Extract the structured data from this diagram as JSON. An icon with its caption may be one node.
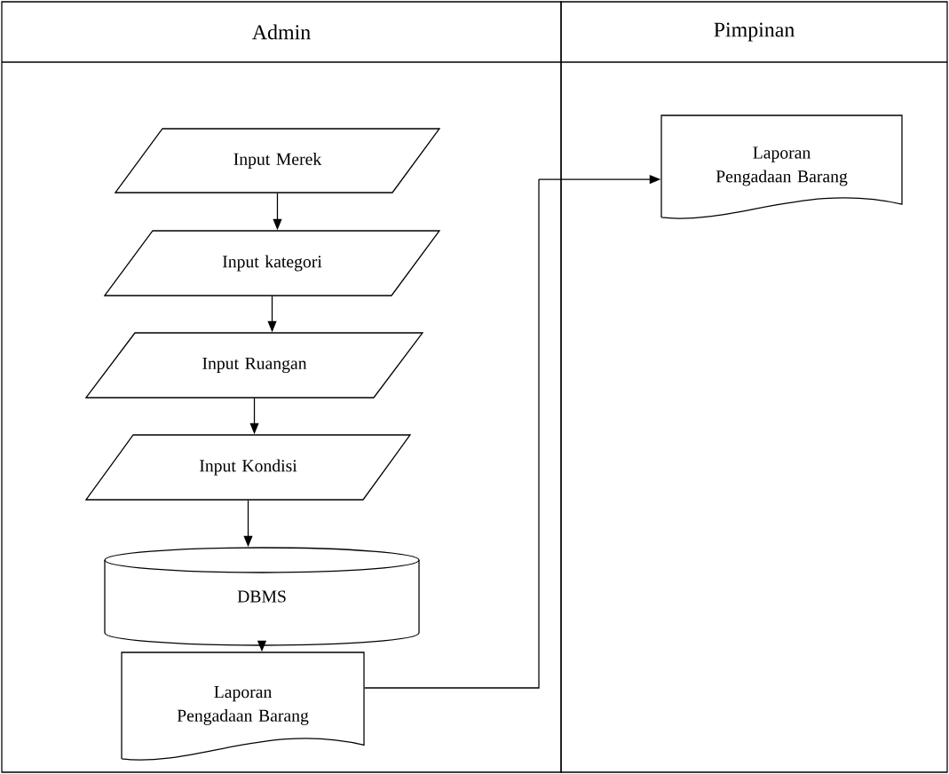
{
  "diagram": {
    "nodes": [
      {
        "text": [
          "Admin"
        ]
      },
      {
        "text": [
          "Pimpinan"
        ]
      },
      {
        "text": [
          "Input Merek"
        ],
        "in": 0
      },
      {
        "text": [
          "Input kategori"
        ],
        "in": 0
      },
      {
        "text": [
          "Input Ruangan"
        ],
        "in": 0
      },
      {
        "text": [
          "Input Kondisi"
        ],
        "in": 0
      },
      {
        "text": [
          "DBMS"
        ],
        "in": 0
      },
      {
        "text": [
          "Laporan Pengadaan Barang"
        ],
        "in": 0
      },
      {
        "text": [
          "Laporan Pengadaan Barang"
        ],
        "in": 1
      }
    ],
    "edges": [
      {
        "from": 2,
        "to": 3,
        "arrow": "to"
      },
      {
        "from": 3,
        "to": 4,
        "arrow": "to"
      },
      {
        "from": 4,
        "to": 5,
        "arrow": "to"
      },
      {
        "from": 5,
        "to": 6,
        "arrow": "to"
      },
      {
        "from": 6,
        "to": 7,
        "arrow": "to"
      },
      {
        "from": 7,
        "to": 8,
        "arrow": "to"
      }
    ]
  }
}
